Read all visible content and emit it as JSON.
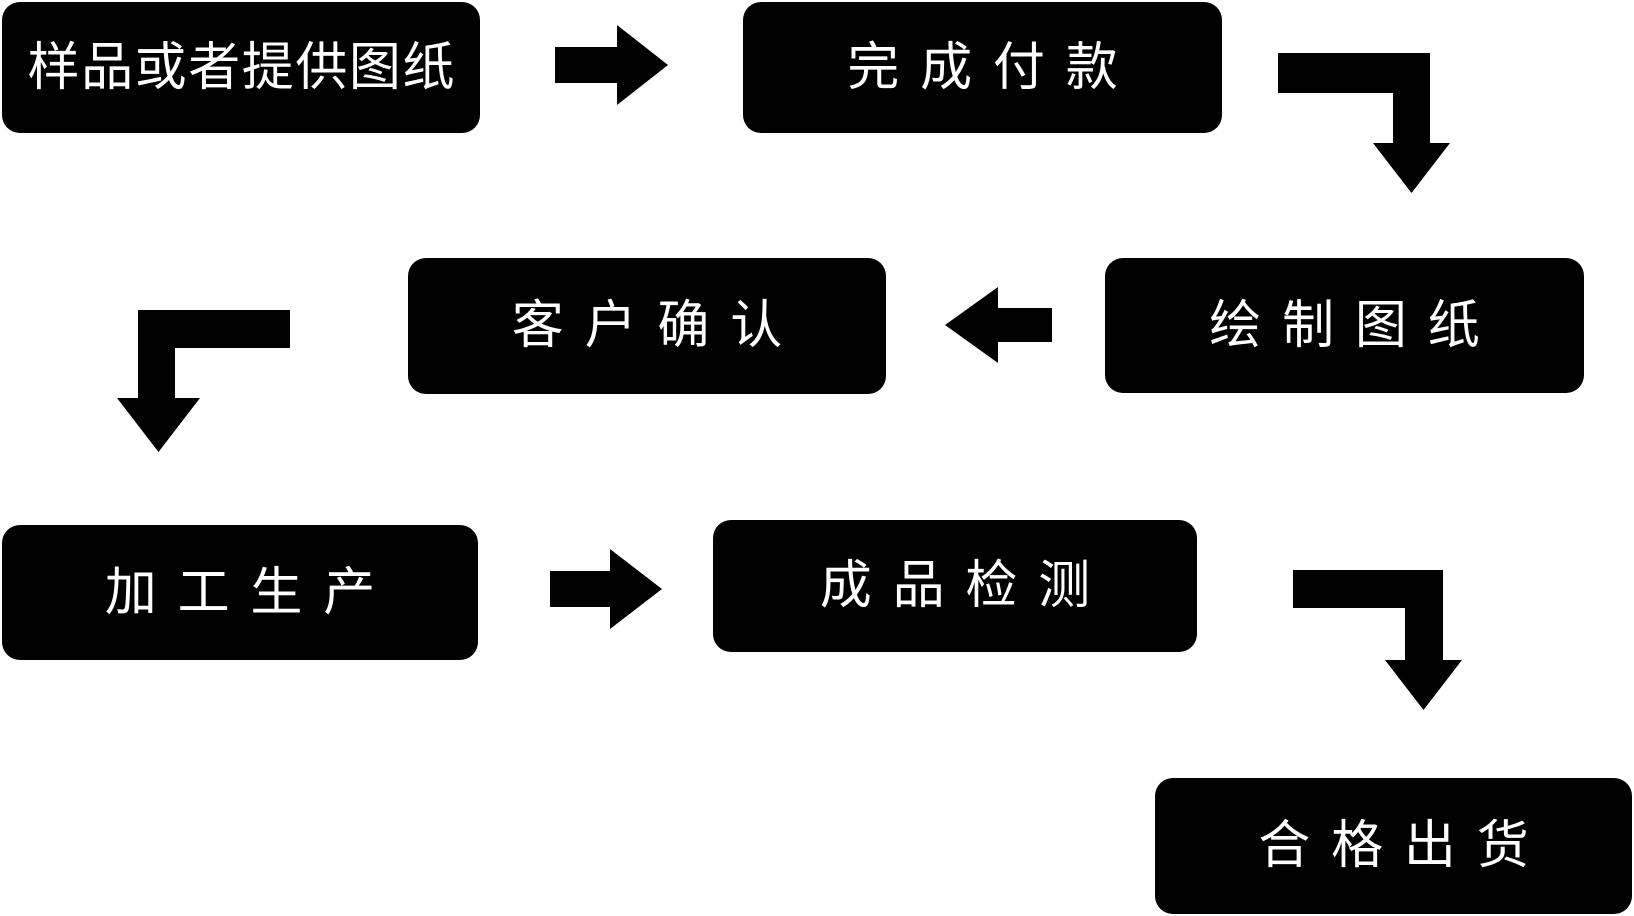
{
  "diagram": {
    "title": "production-process-flowchart",
    "colors": {
      "background": "#ffffff",
      "node_fill": "#000000",
      "node_text": "#ffffff",
      "arrow": "#000000"
    },
    "nodes": [
      {
        "id": "sample-or-drawing",
        "label": "样品或者提供图纸"
      },
      {
        "id": "complete-payment",
        "label": "完成付款"
      },
      {
        "id": "draw-drawings",
        "label": "绘制图纸"
      },
      {
        "id": "customer-confirm",
        "label": "客户确认"
      },
      {
        "id": "processing-production",
        "label": "加工生产"
      },
      {
        "id": "finished-product-inspection",
        "label": "成品检测"
      },
      {
        "id": "qualified-shipment",
        "label": "合格出货"
      }
    ],
    "connectors": [
      {
        "from": "sample-or-drawing",
        "to": "complete-payment",
        "shape": "arrow-right"
      },
      {
        "from": "complete-payment",
        "to": "draw-drawings",
        "shape": "elbow-right-down"
      },
      {
        "from": "draw-drawings",
        "to": "customer-confirm",
        "shape": "arrow-left"
      },
      {
        "from": "customer-confirm",
        "to": "processing-production",
        "shape": "elbow-left-down"
      },
      {
        "from": "processing-production",
        "to": "finished-product-inspection",
        "shape": "arrow-right"
      },
      {
        "from": "finished-product-inspection",
        "to": "qualified-shipment",
        "shape": "elbow-right-down"
      }
    ]
  }
}
